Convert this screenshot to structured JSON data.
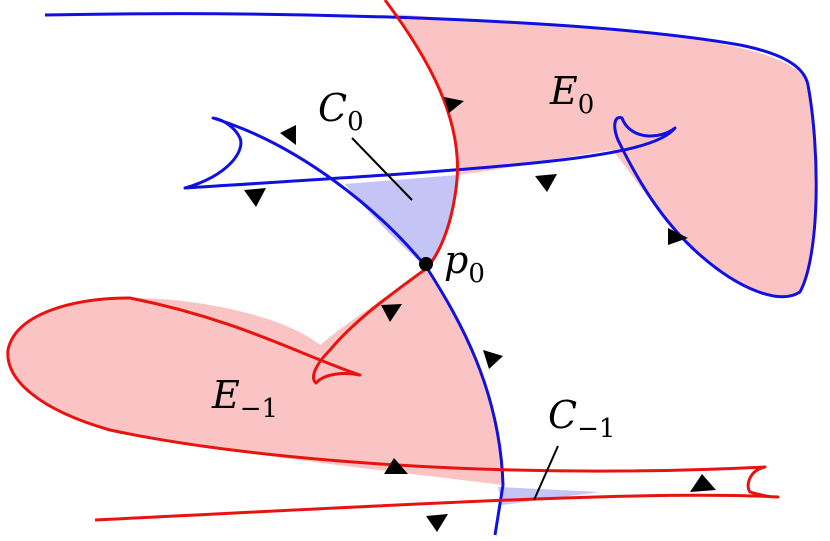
{
  "colors": {
    "red": "#e8130f",
    "blue": "#1010e0",
    "pink_fill": "#fbc4c4",
    "lavender_fill": "#c4c4f6",
    "arrow": "#000000",
    "point": "#000000"
  },
  "labels": {
    "C0": {
      "base": "C",
      "sub": "0"
    },
    "E0": {
      "base": "E",
      "sub": "0"
    },
    "p0": {
      "base": "p",
      "sub": "0"
    },
    "Em1": {
      "base": "E",
      "sub": "−1"
    },
    "Cm1": {
      "base": "C",
      "sub": "−1"
    }
  }
}
